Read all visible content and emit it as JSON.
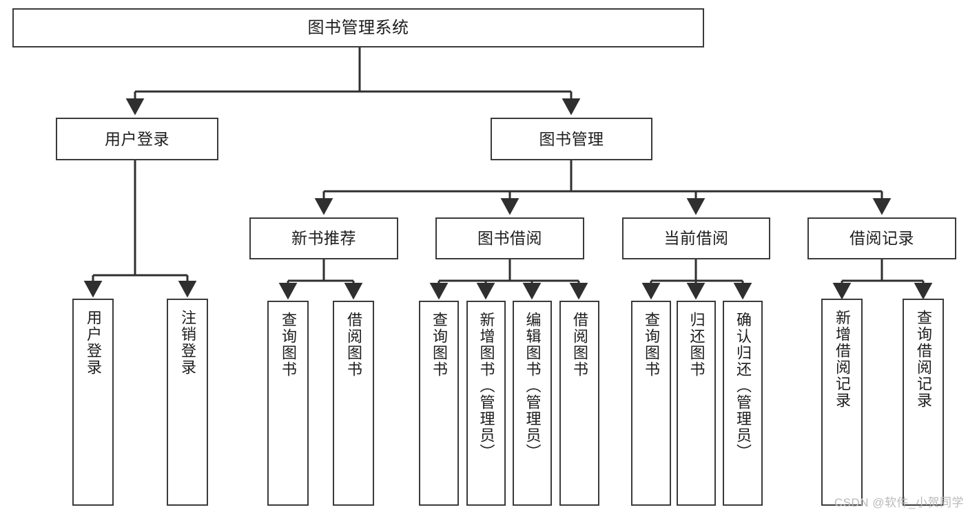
{
  "diagram": {
    "title": "图书管理系统",
    "type": "tree",
    "colors": {
      "border": "#3a3a3a",
      "background": "#ffffff",
      "text": "#1d1d1d",
      "edge": "#2f2f2f",
      "watermark": "#b9b9b9"
    },
    "watermark": "CSDN @软件_小贺同学",
    "levels": {
      "root": "图书管理系统",
      "level2": [
        "用户登录",
        "图书管理"
      ],
      "level3": [
        "新书推荐",
        "图书借阅",
        "当前借阅",
        "借阅记录"
      ]
    },
    "nodes": {
      "root": {
        "label": "图书管理系统"
      },
      "user_login": {
        "label": "用户登录"
      },
      "book_manage": {
        "label": "图书管理"
      },
      "new_book_rec": {
        "label": "新书推荐"
      },
      "book_borrow": {
        "label": "图书借阅"
      },
      "current_borrow": {
        "label": "当前借阅"
      },
      "borrow_record": {
        "label": "借阅记录"
      },
      "leaf_user_login": {
        "label": "用户登录"
      },
      "leaf_logout": {
        "label": "注销登录"
      },
      "leaf_query_book_1": {
        "label": "查询图书"
      },
      "leaf_borrow_book_1": {
        "label": "借阅图书"
      },
      "leaf_query_book_2": {
        "label": "查询图书"
      },
      "leaf_add_book": {
        "label": "新增图书（管理员）"
      },
      "leaf_edit_book": {
        "label": "编辑图书（管理员）"
      },
      "leaf_borrow_book_2": {
        "label": "借阅图书"
      },
      "leaf_query_book_3": {
        "label": "查询图书"
      },
      "leaf_return_book": {
        "label": "归还图书"
      },
      "leaf_confirm_return": {
        "label": "确认归还（管理员）"
      },
      "leaf_add_record": {
        "label": "新增借阅记录"
      },
      "leaf_query_record": {
        "label": "查询借阅记录"
      }
    },
    "edges": [
      {
        "from": "图书管理系统",
        "to": "用户登录"
      },
      {
        "from": "图书管理系统",
        "to": "图书管理"
      },
      {
        "from": "用户登录",
        "to": "用户登录"
      },
      {
        "from": "用户登录",
        "to": "注销登录"
      },
      {
        "from": "图书管理",
        "to": "新书推荐"
      },
      {
        "from": "图书管理",
        "to": "图书借阅"
      },
      {
        "from": "图书管理",
        "to": "当前借阅"
      },
      {
        "from": "图书管理",
        "to": "借阅记录"
      },
      {
        "from": "新书推荐",
        "to": "查询图书"
      },
      {
        "from": "新书推荐",
        "to": "借阅图书"
      },
      {
        "from": "图书借阅",
        "to": "查询图书"
      },
      {
        "from": "图书借阅",
        "to": "新增图书（管理员）"
      },
      {
        "from": "图书借阅",
        "to": "编辑图书（管理员）"
      },
      {
        "from": "图书借阅",
        "to": "借阅图书"
      },
      {
        "from": "当前借阅",
        "to": "查询图书"
      },
      {
        "from": "当前借阅",
        "to": "归还图书"
      },
      {
        "from": "当前借阅",
        "to": "确认归还（管理员）"
      },
      {
        "from": "借阅记录",
        "to": "新增借阅记录"
      },
      {
        "from": "借阅记录",
        "to": "查询借阅记录"
      }
    ]
  }
}
